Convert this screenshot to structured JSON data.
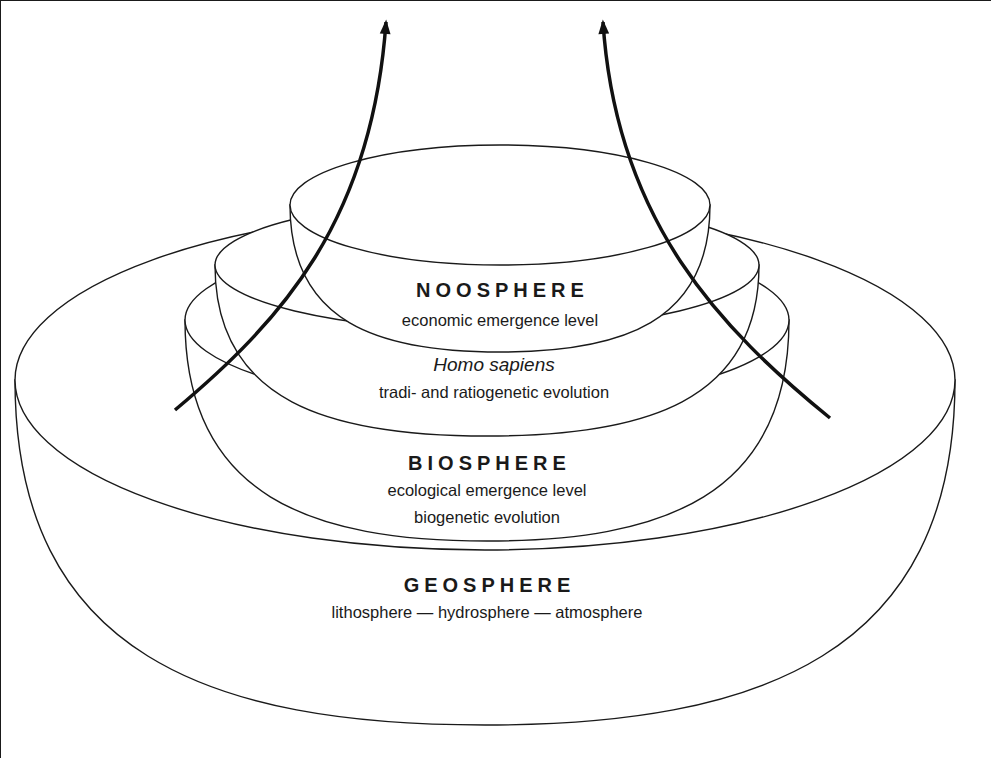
{
  "diagram": {
    "nodes": [
      {
        "text": [
          "GEOSPHERE",
          "lithosphere — hydrosphere — atmosphere"
        ]
      },
      {
        "text": [
          "BIOSPHERE",
          "ecological emergence level",
          "biogenetic evolution"
        ],
        "in": 0
      },
      {
        "text": [
          "Homo sapiens",
          "tradi- and ratiogenetic evolution"
        ],
        "in": 1
      },
      {
        "text": [
          "NOOSPHERE",
          "economic emergence level"
        ],
        "in": 2
      }
    ]
  }
}
